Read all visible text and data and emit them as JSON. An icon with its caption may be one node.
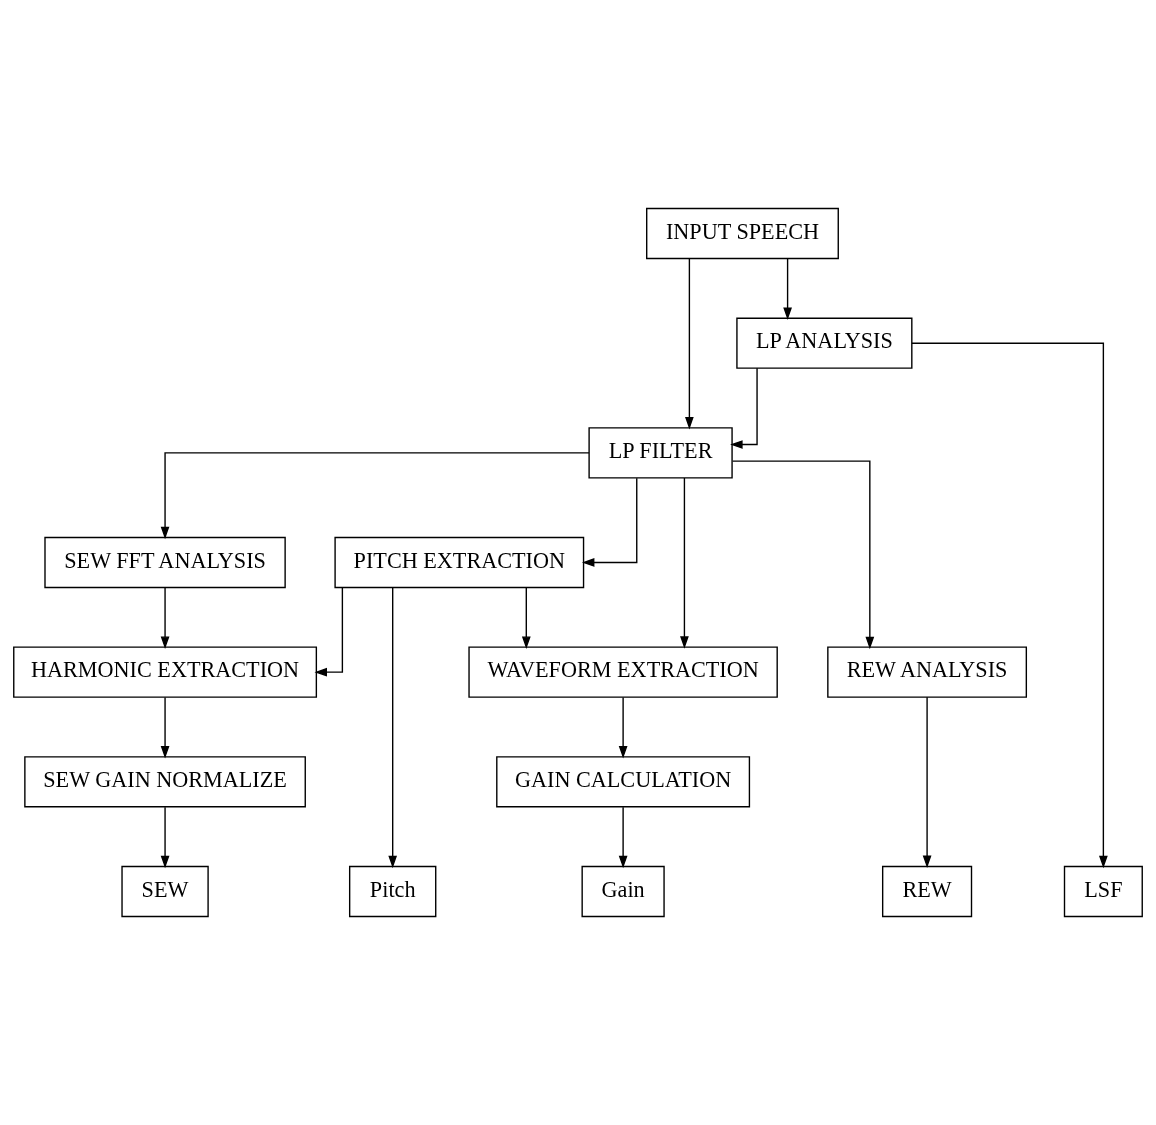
{
  "diagram": {
    "nodes": [
      {
        "text": [
          "INPUT SPEECH"
        ]
      },
      {
        "text": [
          "LP ANALYSIS"
        ]
      },
      {
        "text": [
          "LP FILTER"
        ]
      },
      {
        "text": [
          "PITCH EXTRACTION"
        ]
      },
      {
        "text": [
          "SEW FFT ANALYSIS"
        ]
      },
      {
        "text": [
          "REW ANALYSIS"
        ]
      },
      {
        "text": [
          "WAVEFORM EXTRACTION"
        ]
      },
      {
        "text": [
          "HARMONIC EXTRACTION"
        ]
      },
      {
        "text": [
          "GAIN CALCULATION"
        ]
      },
      {
        "text": [
          "SEW GAIN NORMALIZE"
        ]
      },
      {
        "text": [
          "LSF"
        ]
      },
      {
        "text": [
          "SEW"
        ]
      },
      {
        "text": [
          "REW"
        ]
      },
      {
        "text": [
          "Gain"
        ]
      },
      {
        "text": [
          "Pitch"
        ]
      }
    ],
    "edges": [
      {
        "from": 0,
        "to": 1,
        "arrow": "to"
      },
      {
        "from": 0,
        "to": 2,
        "arrow": "to"
      },
      {
        "from": 1,
        "to": 2,
        "arrow": "to"
      },
      {
        "from": 1,
        "to": 10,
        "arrow": "to"
      },
      {
        "from": 2,
        "to": 3,
        "arrow": "to"
      },
      {
        "from": 2,
        "to": 4,
        "arrow": "to"
      },
      {
        "from": 2,
        "to": 5,
        "arrow": "to"
      },
      {
        "from": 2,
        "to": 6,
        "arrow": "to"
      },
      {
        "from": 3,
        "to": 6,
        "arrow": "to"
      },
      {
        "from": 3,
        "to": 7,
        "arrow": "to"
      },
      {
        "from": 3,
        "to": 14,
        "arrow": "to"
      },
      {
        "from": 4,
        "to": 7,
        "arrow": "to"
      },
      {
        "from": 7,
        "to": 9,
        "arrow": "to"
      },
      {
        "from": 9,
        "to": 11,
        "arrow": "to"
      },
      {
        "from": 5,
        "to": 12,
        "arrow": "to"
      },
      {
        "from": 6,
        "to": 8,
        "arrow": "to"
      },
      {
        "from": 8,
        "to": 13,
        "arrow": "to"
      }
    ]
  }
}
